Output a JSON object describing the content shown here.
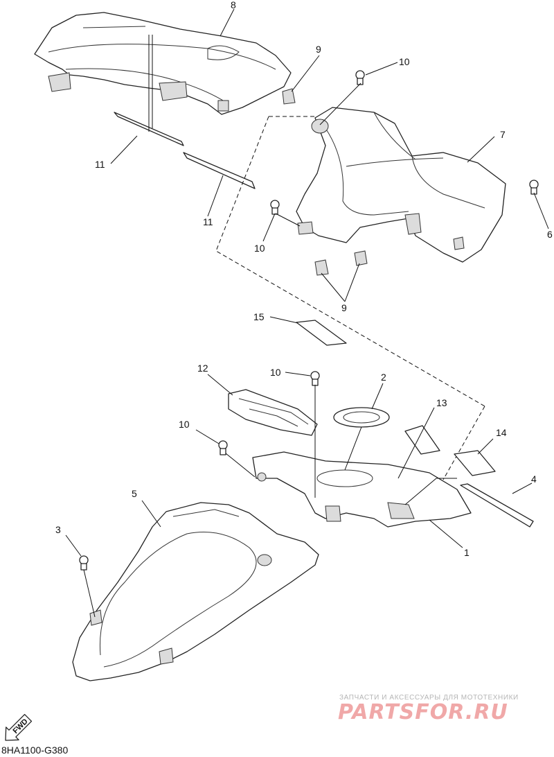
{
  "callouts": [
    {
      "id": "8",
      "label": "8"
    },
    {
      "id": "9a",
      "label": "9"
    },
    {
      "id": "10a",
      "label": "10"
    },
    {
      "id": "7",
      "label": "7"
    },
    {
      "id": "11a",
      "label": "11"
    },
    {
      "id": "11b",
      "label": "11"
    },
    {
      "id": "6",
      "label": "6"
    },
    {
      "id": "10b",
      "label": "10"
    },
    {
      "id": "9b",
      "label": "9"
    },
    {
      "id": "15",
      "label": "15"
    },
    {
      "id": "12",
      "label": "12"
    },
    {
      "id": "10c",
      "label": "10"
    },
    {
      "id": "2",
      "label": "2"
    },
    {
      "id": "13",
      "label": "13"
    },
    {
      "id": "10d",
      "label": "10"
    },
    {
      "id": "14",
      "label": "14"
    },
    {
      "id": "5",
      "label": "5"
    },
    {
      "id": "4",
      "label": "4"
    },
    {
      "id": "3",
      "label": "3"
    },
    {
      "id": "1",
      "label": "1"
    }
  ],
  "fwd_arrow": {
    "label": "FWD"
  },
  "watermark": {
    "top_text": "ЗАПЧАСТИ И АКСЕССУАРЫ ДЛЯ МОТОТЕХНИКИ",
    "logo_text": "PARTSFOR.RU",
    "color": "#f0a8a8"
  },
  "diagram_code": "8HA1100-G380"
}
